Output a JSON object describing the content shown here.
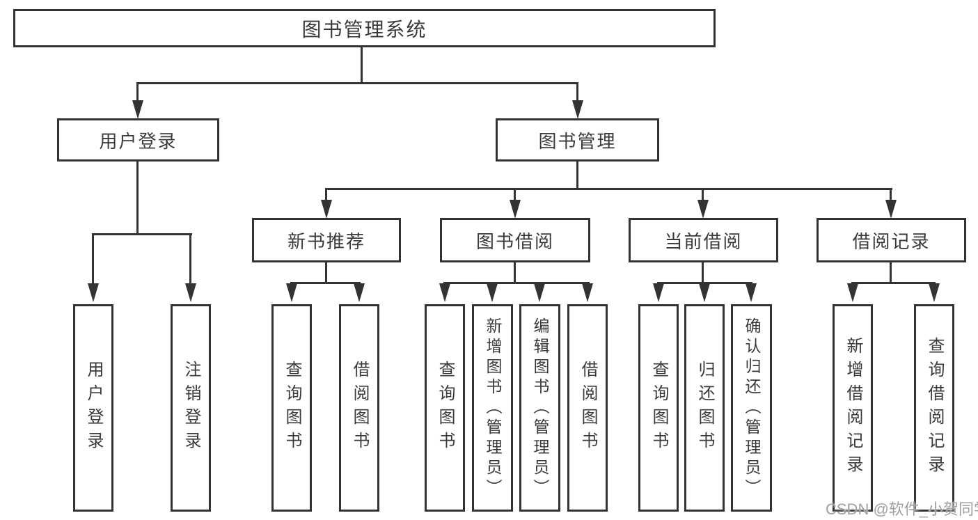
{
  "colors": {
    "line": "#333333",
    "text": "#3a3a3a",
    "background": "#ffffff",
    "watermark": "#a0a0a0"
  },
  "tree": {
    "root": {
      "label": "图书管理系统",
      "children": [
        {
          "label": "用户登录",
          "children": [
            {
              "label": "用户登录"
            },
            {
              "label": "注销登录"
            }
          ]
        },
        {
          "label": "图书管理",
          "children": [
            {
              "label": "新书推荐",
              "children": [
                {
                  "label": "查询图书"
                },
                {
                  "label": "借阅图书"
                }
              ]
            },
            {
              "label": "图书借阅",
              "children": [
                {
                  "label": "查询图书"
                },
                {
                  "label": "新增图书（管理员）"
                },
                {
                  "label": "编辑图书（管理员）"
                },
                {
                  "label": "借阅图书"
                }
              ]
            },
            {
              "label": "当前借阅",
              "children": [
                {
                  "label": "查询图书"
                },
                {
                  "label": "归还图书"
                },
                {
                  "label": "确认归还（管理员）"
                }
              ]
            },
            {
              "label": "借阅记录",
              "children": [
                {
                  "label": "新增借阅记录"
                },
                {
                  "label": "查询借阅记录"
                }
              ]
            }
          ]
        }
      ]
    }
  },
  "watermark": "CSDN @软件_小贺同学"
}
